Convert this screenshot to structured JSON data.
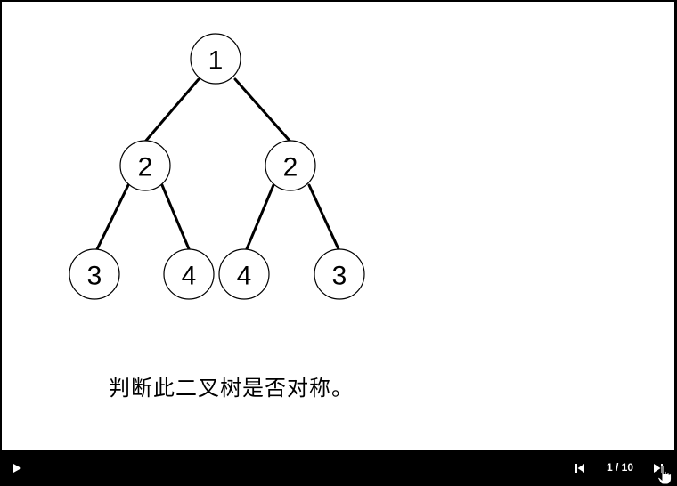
{
  "slide": {
    "caption": "判断此二叉树是否对称。",
    "tree": {
      "root": "1",
      "level2": [
        "2",
        "2"
      ],
      "level3": [
        "3",
        "4",
        "4",
        "3"
      ]
    }
  },
  "player": {
    "current_slide": 1,
    "total_slides": 10,
    "counter_text": "1 / 10",
    "icons": {
      "play": "play-icon",
      "previous": "skip-previous-icon",
      "next": "skip-next-icon",
      "cursor": "hand-pointer-icon"
    }
  },
  "colors": {
    "background": "#000000",
    "slide": "#ffffff",
    "stroke": "#000000",
    "controls_text": "#ffffff"
  }
}
